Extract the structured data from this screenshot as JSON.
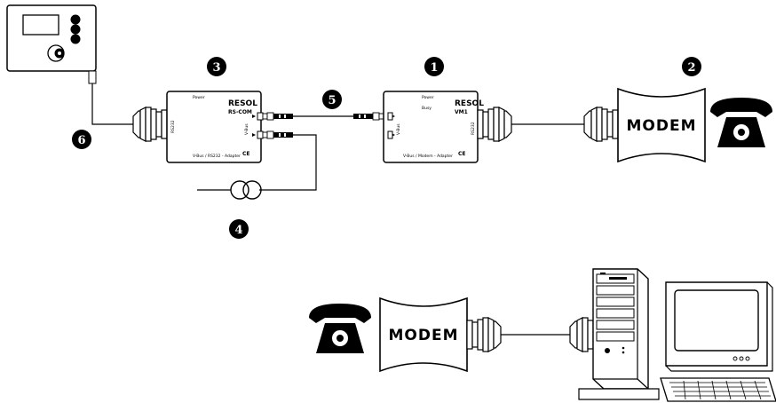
{
  "callouts": [
    "3",
    "1",
    "2",
    "5",
    "6",
    "4"
  ],
  "adapter_left": {
    "power_label": "Power",
    "brand": "RESOL",
    "model": "RS-COM",
    "port_left": "RS232",
    "port_right": "V-Bus",
    "caption": "V-Bus / RS232 - Adapter",
    "ce_mark": "CE"
  },
  "adapter_right": {
    "power_label": "Power",
    "busy_label": "Busy",
    "brand": "RESOL",
    "model": "VM1",
    "port_left": "V-Bus",
    "port_right": "RS232",
    "caption": "V-Bus / Modem - Adapter",
    "ce_mark": "CE"
  },
  "modem_top": {
    "label": "MODEM"
  },
  "modem_bottom": {
    "label": "MODEM"
  },
  "icons": [
    "controller-icon",
    "telephone-icon",
    "computer-tower-icon",
    "monitor-icon",
    "keyboard-icon",
    "power-transformer-icon"
  ]
}
